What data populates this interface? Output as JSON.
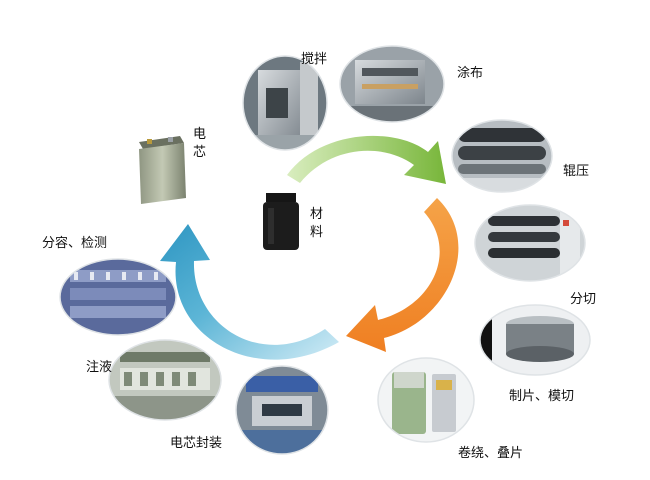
{
  "center": {
    "label_chars": [
      "材",
      "料"
    ]
  },
  "stages": {
    "mixing": "搅拌",
    "coating": "涂布",
    "rolling": "辊压",
    "slitting": "分切",
    "tab_die_cut": "制片、模切",
    "winding_stacking": "卷绕、叠片",
    "cell_packaging": "电芯封装",
    "electrolyte_filling": "注液",
    "formation_testing": "分容、检测",
    "cell_chars": [
      "电",
      "芯"
    ]
  },
  "colors": {
    "arrow_green": "#7dbb3c",
    "arrow_orange": "#f28a2c",
    "arrow_teal": "#3aa3c8"
  }
}
